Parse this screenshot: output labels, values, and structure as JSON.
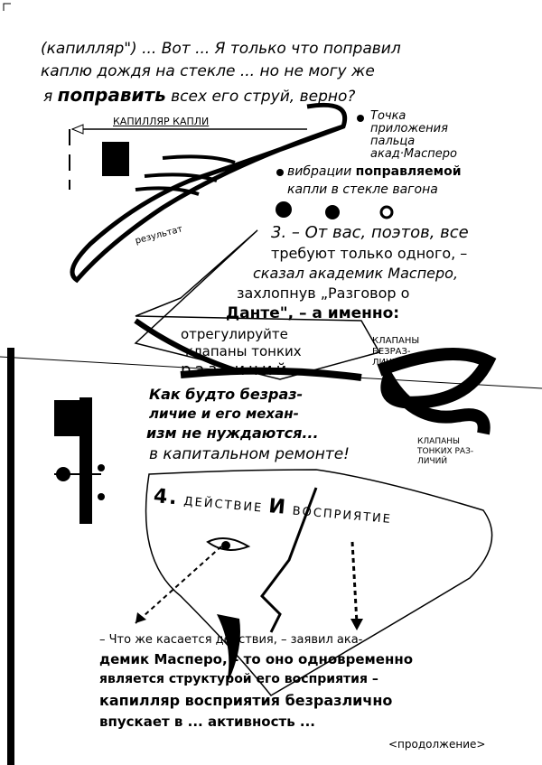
{
  "intro": {
    "line1": "(капилляр\") ... Вот ... Я только что поправил",
    "line2": "каплю дождя на стекле ... но не могу же",
    "line3_a": "я",
    "line3_b": "поправить",
    "line3_c": "всех его струй, верно?"
  },
  "diagram": {
    "capillary_label": "капилляр капли",
    "point_label": [
      "Точка",
      "приложения",
      "пальца",
      "акад·Масперо"
    ],
    "vibration_a": "вибрации",
    "vibration_b": "поправляемой",
    "vibration_c": "капли в стекле вагона",
    "result_label": "результат"
  },
  "section3": {
    "lines": [
      "3. – От вас, поэтов, все",
      "требуют только одного, –",
      "сказал академик Масперо,",
      "захлопнув „Разговор о",
      "Данте\", – а именно:",
      "отрегулируйте",
      "клапаны тонких",
      "различий."
    ],
    "valve_label": [
      "клапаны",
      "безраз-",
      "личия"
    ]
  },
  "middle": {
    "lines": [
      "Как будто безраз-",
      "личие и его механ-",
      "изм не нуждаются...",
      "в капитальном ремонте!"
    ],
    "valve_label": [
      "клапаны",
      "тонких раз-",
      "личий"
    ]
  },
  "section4": {
    "num": "4.",
    "a": "действие",
    "b": "и",
    "c": "восприятие"
  },
  "bottom": {
    "lines": [
      "– Что же касается действия, – заявил ака-",
      "демик Масперо, – то оно одновременно",
      "является структурой его восприятия –",
      "капилляр восприятия безразлично",
      "впускает в ... активность ..."
    ],
    "continuation": "<продолжение>"
  }
}
